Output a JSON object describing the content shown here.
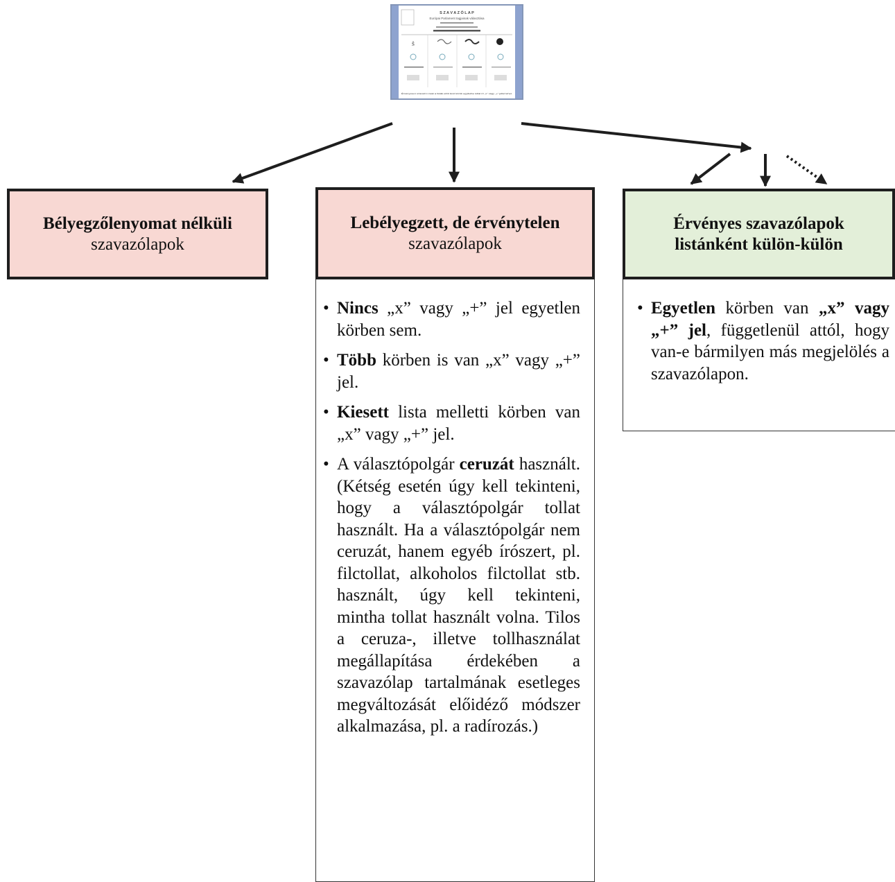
{
  "thumbnail": {
    "title": "S Z A V A Z Ó L A P",
    "subtitle": "Európai Parlament tagjainak választása",
    "footer": "Érvényesen szavazni csak a listák előtt lévő körök egyikébe tollal írt „x” vagy „+” jellel lehet."
  },
  "boxes": {
    "no_stamp": {
      "bold": "Bélyegzőlenyomat nélküli",
      "normal": "szavazólapok"
    },
    "invalid": {
      "bold": "Lebélyegzett, de érvénytelen",
      "normal": "szavazólapok",
      "items": [
        {
          "pre": "",
          "bold": "Nincs",
          "post": " „x” vagy „+” jel egyetlen körben sem."
        },
        {
          "pre": "",
          "bold": "Több",
          "post": " körben is van „x” vagy „+” jel."
        },
        {
          "pre": "",
          "bold": "Kiesett",
          "post": " lista melletti körben van „x” vagy „+” jel."
        },
        {
          "pre": "A választópolgár ",
          "bold": "ceruzát",
          "post": " használt. (Kétség esetén úgy kell tekinteni, hogy a választópolgár tollat használt. Ha a választópolgár nem ceruzát, hanem egyéb írószert, pl. filctollat, alkoholos filctollat stb. használt, úgy kell tekinteni, mintha tollat használt volna. Tilos a ceruza-, illetve tollhasználat megállapítása érdekében a szavazólap tartalmának esetleges megváltozását előidéző módszer alkalmazása, pl. a radírozás.)"
        }
      ]
    },
    "valid": {
      "line1": "Érvényes szavazólapok",
      "line2": "listánként külön-külön",
      "item": {
        "bold1": "Egyetlen",
        "mid": " körben van ",
        "bold2": "„x” vagy „+” jel",
        "post": ", függetlenül attól, hogy van-e bármilyen más megjelölés a szavazólapon."
      }
    }
  },
  "colors": {
    "invalid_fill": "#f8d8d3",
    "valid_fill": "#e3efd9",
    "thumbnail_border": "#8ea3cf"
  }
}
